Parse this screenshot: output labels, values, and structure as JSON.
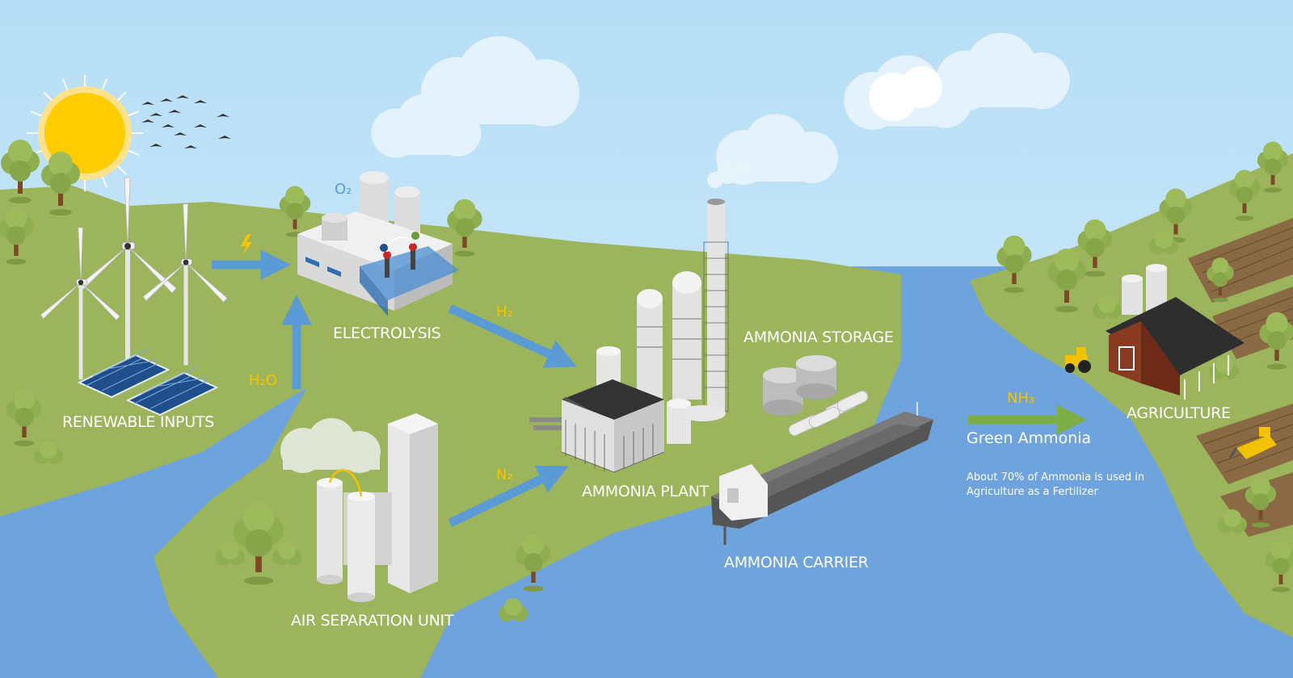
{
  "labels": {
    "renewable": "RENEWABLE INPUTS",
    "electrolysis": "ELECTROLYSIS",
    "asu": "AIR SEPARATION UNIT",
    "plant": "AMMONIA PLANT",
    "storage": "AMMONIA STORAGE",
    "carrier": "AMMONIA CARRIER",
    "agriculture": "AGRICULTURE"
  },
  "flows": {
    "o2": "O₂",
    "h2": "H₂",
    "h2o": "H₂O",
    "n2": "N₂",
    "nh3": "NH₃"
  },
  "product": {
    "title": "Green Ammonia",
    "note": "About 70% of Ammonia is used in Agriculture as a Fertilizer"
  },
  "colors": {
    "sky": "#bfe3f7",
    "land": "#9cb55c",
    "water": "#6ea3dd",
    "arrow": "#5b9bd5",
    "flow_text": "#f5c400",
    "label_text": "#ffffff"
  }
}
